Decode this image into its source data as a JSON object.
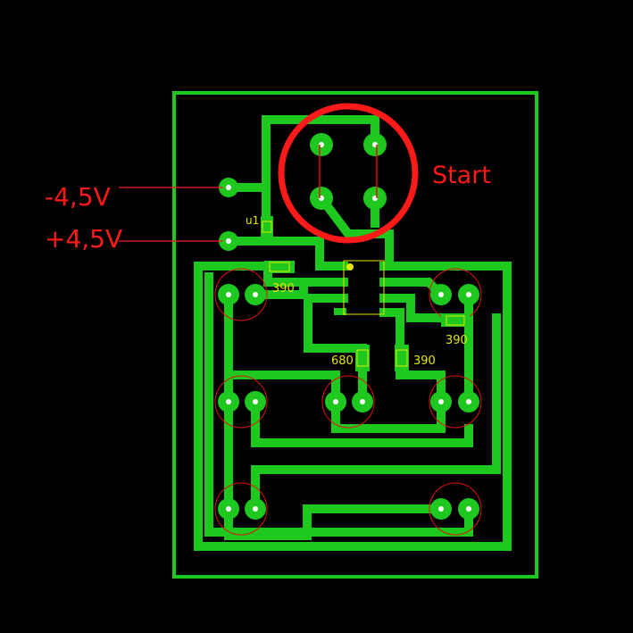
{
  "labels": {
    "neg_supply": "-4,5V",
    "pos_supply": "+4,5V",
    "start": "Start",
    "c1": "u1",
    "r_top": "390",
    "r_right": "390",
    "r_mid": "390",
    "r_left": "680"
  },
  "colors": {
    "background": "#000000",
    "trace": "#1ec81e",
    "pad_center": "#ffffff",
    "annotation": "#ff1a1a",
    "outline_circle": "#dd1111",
    "silkscreen": "#e6e600"
  }
}
